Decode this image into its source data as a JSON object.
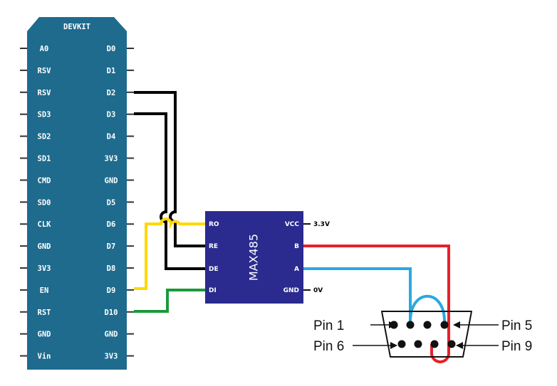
{
  "devkit": {
    "title": "DEVKIT",
    "body_color": "#1e6b8e",
    "left_pins": [
      "A0",
      "RSV",
      "RSV",
      "SD3",
      "SD2",
      "SD1",
      "CMD",
      "SD0",
      "CLK",
      "GND",
      "3V3",
      "EN",
      "RST",
      "GND",
      "Vin"
    ],
    "right_pins": [
      "D0",
      "D1",
      "D2",
      "D3",
      "D4",
      "3V3",
      "GND",
      "D5",
      "D6",
      "D7",
      "D8",
      "D9",
      "D10",
      "GND",
      "3V3"
    ]
  },
  "chip": {
    "name": "MAX485",
    "color": "#2a2a8f",
    "left_pins": [
      "RO",
      "RE",
      "DE",
      "DI"
    ],
    "right_pins": [
      "VCC",
      "B",
      "A",
      "GND"
    ],
    "power": [
      "3.3V",
      "",
      "",
      "0V"
    ]
  },
  "connector": {
    "pin1": "Pin 1",
    "pin5": "Pin 5",
    "pin6": "Pin 6",
    "pin9": "Pin 9"
  },
  "wire_colors": {
    "black": "#000000",
    "yellow": "#ffd800",
    "green": "#1a9a3a",
    "red": "#e8202a",
    "blue": "#29a9e0"
  }
}
